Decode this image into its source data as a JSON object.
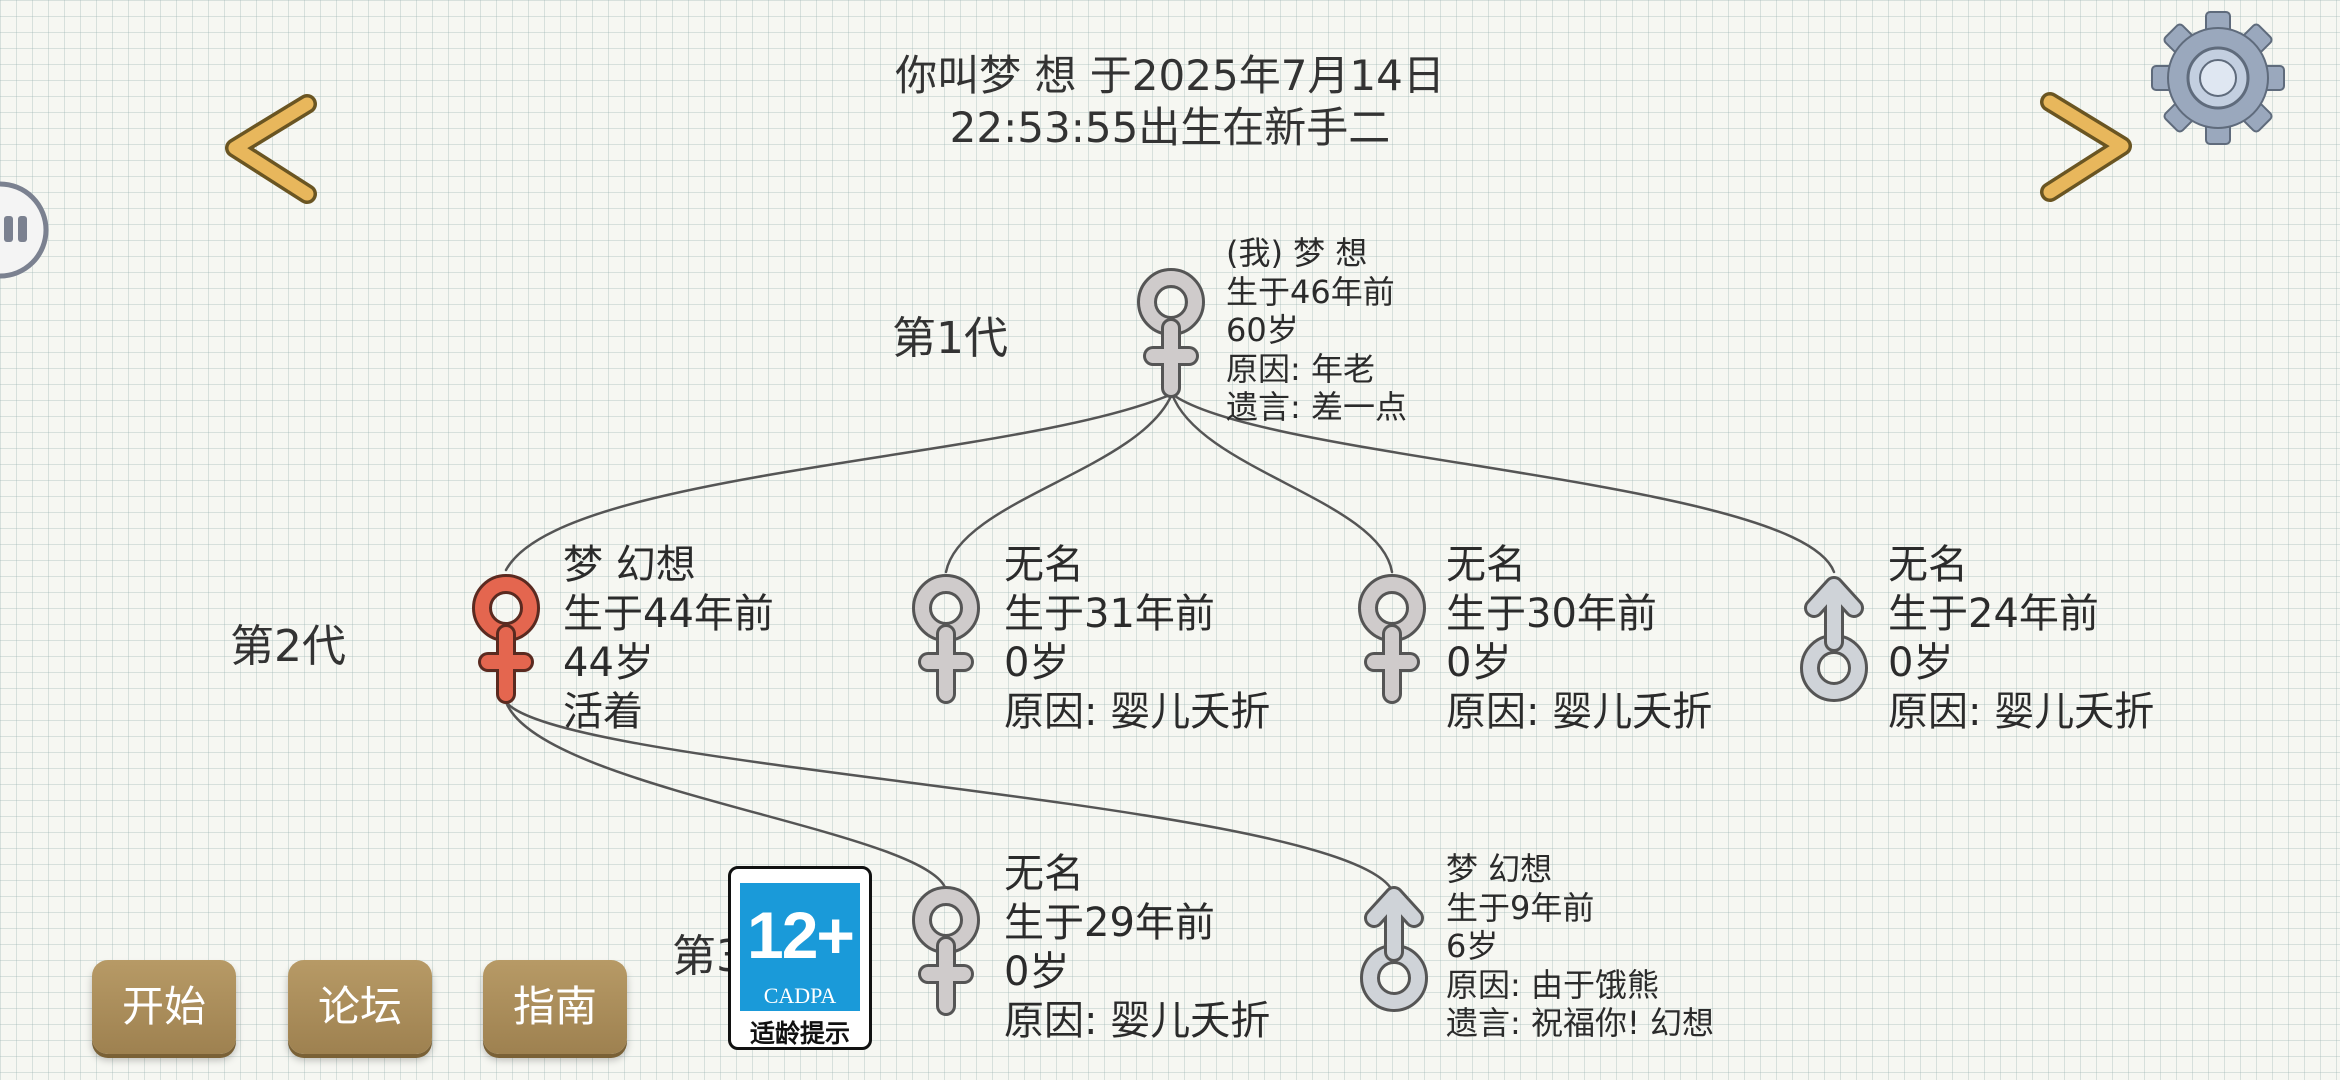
{
  "header": {
    "line1": "你叫梦 想 于2025年7月14日",
    "line2": "22:53:55出生在新手二"
  },
  "generations": {
    "gen1": "第1代",
    "gen2": "第2代",
    "gen3": "第3"
  },
  "people": [
    {
      "id": "p1",
      "gender": "female",
      "alive": false,
      "lines": [
        "(我) 梦 想",
        "生于46年前",
        "60岁",
        "原因:  年老",
        "遗言:  差一点"
      ]
    },
    {
      "id": "p2",
      "gender": "female",
      "alive": true,
      "lines": [
        "梦 幻想",
        "生于44年前",
        "44岁",
        "活着"
      ]
    },
    {
      "id": "p3",
      "gender": "female",
      "alive": false,
      "lines": [
        "无名",
        "生于31年前",
        "0岁",
        "原因:  婴儿夭折"
      ]
    },
    {
      "id": "p4",
      "gender": "female",
      "alive": false,
      "lines": [
        "无名",
        "生于30年前",
        "0岁",
        "原因:  婴儿夭折"
      ]
    },
    {
      "id": "p5",
      "gender": "male",
      "alive": false,
      "lines": [
        "无名",
        "生于24年前",
        "0岁",
        "原因:  婴儿夭折"
      ]
    },
    {
      "id": "p6",
      "gender": "female",
      "alive": false,
      "lines": [
        "无名",
        "生于29年前",
        "0岁",
        "原因:  婴儿夭折"
      ]
    },
    {
      "id": "p7",
      "gender": "male",
      "alive": false,
      "lines": [
        "梦 幻想",
        "生于9年前",
        "6岁",
        "原因:  由于饿熊",
        "遗言:  祝福你!  幻想"
      ]
    }
  ],
  "menu": {
    "start": "开始",
    "forum": "论坛",
    "guide": "指南"
  },
  "age_rating": {
    "age": "12+",
    "org": "CADPA",
    "tip": "适龄提示"
  },
  "colors": {
    "alive_icon": "#e4664f",
    "dead_icon": "#c8c4c4",
    "button": "#a88a58",
    "rating_blue": "#1a9ad9"
  },
  "icons": {
    "prev": "left-arrow-icon",
    "next": "right-arrow-icon",
    "settings": "gear-icon",
    "side": "pause-tab-icon"
  }
}
